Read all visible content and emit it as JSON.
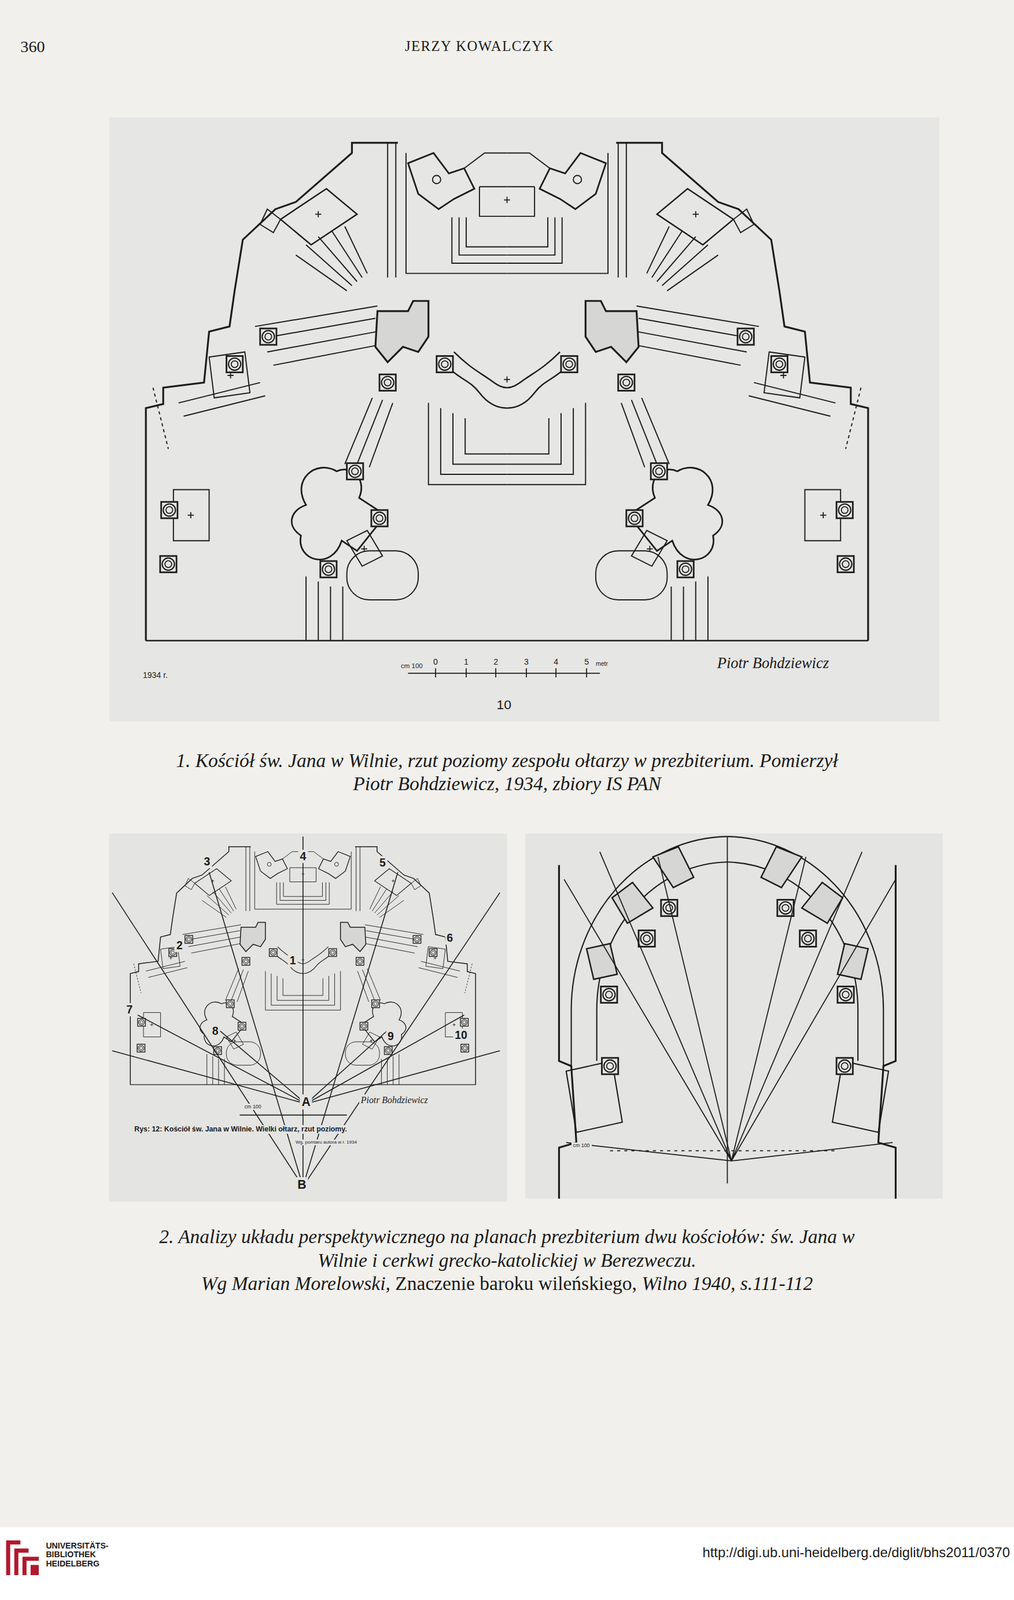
{
  "diagram": {
    "labels": [
      "360",
      "JERZY KOWALCZYK",
      "1934 r.",
      "cm 100",
      "0",
      "1",
      "2",
      "3",
      "4",
      "5",
      "metr",
      "Piotr Bohdziewicz",
      "10",
      "1. Kościół św. Jana w Wilnie, rzut poziomy zespołu ołtarzy w prezbiterium. Pomierzył Piotr Bohdziewicz, 1934, zbiory IS PAN",
      "3",
      "4",
      "5",
      "2",
      "1",
      "6",
      "7",
      "8",
      "9",
      "10",
      "A",
      "cm 100",
      "Piotr Bohdziewicz",
      "Rys: 12: Kościół św. Jana w Wilnie. Wielki ołtarz, rzut poziomy.",
      "Wg. pomiaru autora w r. 1934",
      "B",
      "cm 100",
      "2. Analizy układu perspektywicznego na planach prezbiterium dwu kościołów: św. Jana w Wilnie i cerkwi grecko-katolickiej w Berezweczu.",
      "Wg Marian Morelowski,",
      "Znaczenie baroku wileńskiego,",
      "Wilno 1940, s.111-112",
      "UNIVERSITÄTS- BIBLIOTHEK HEIDELBERG",
      "http://digi.ub.uni-heidelberg.de/diglit/bhs2011/0370"
    ]
  }
}
